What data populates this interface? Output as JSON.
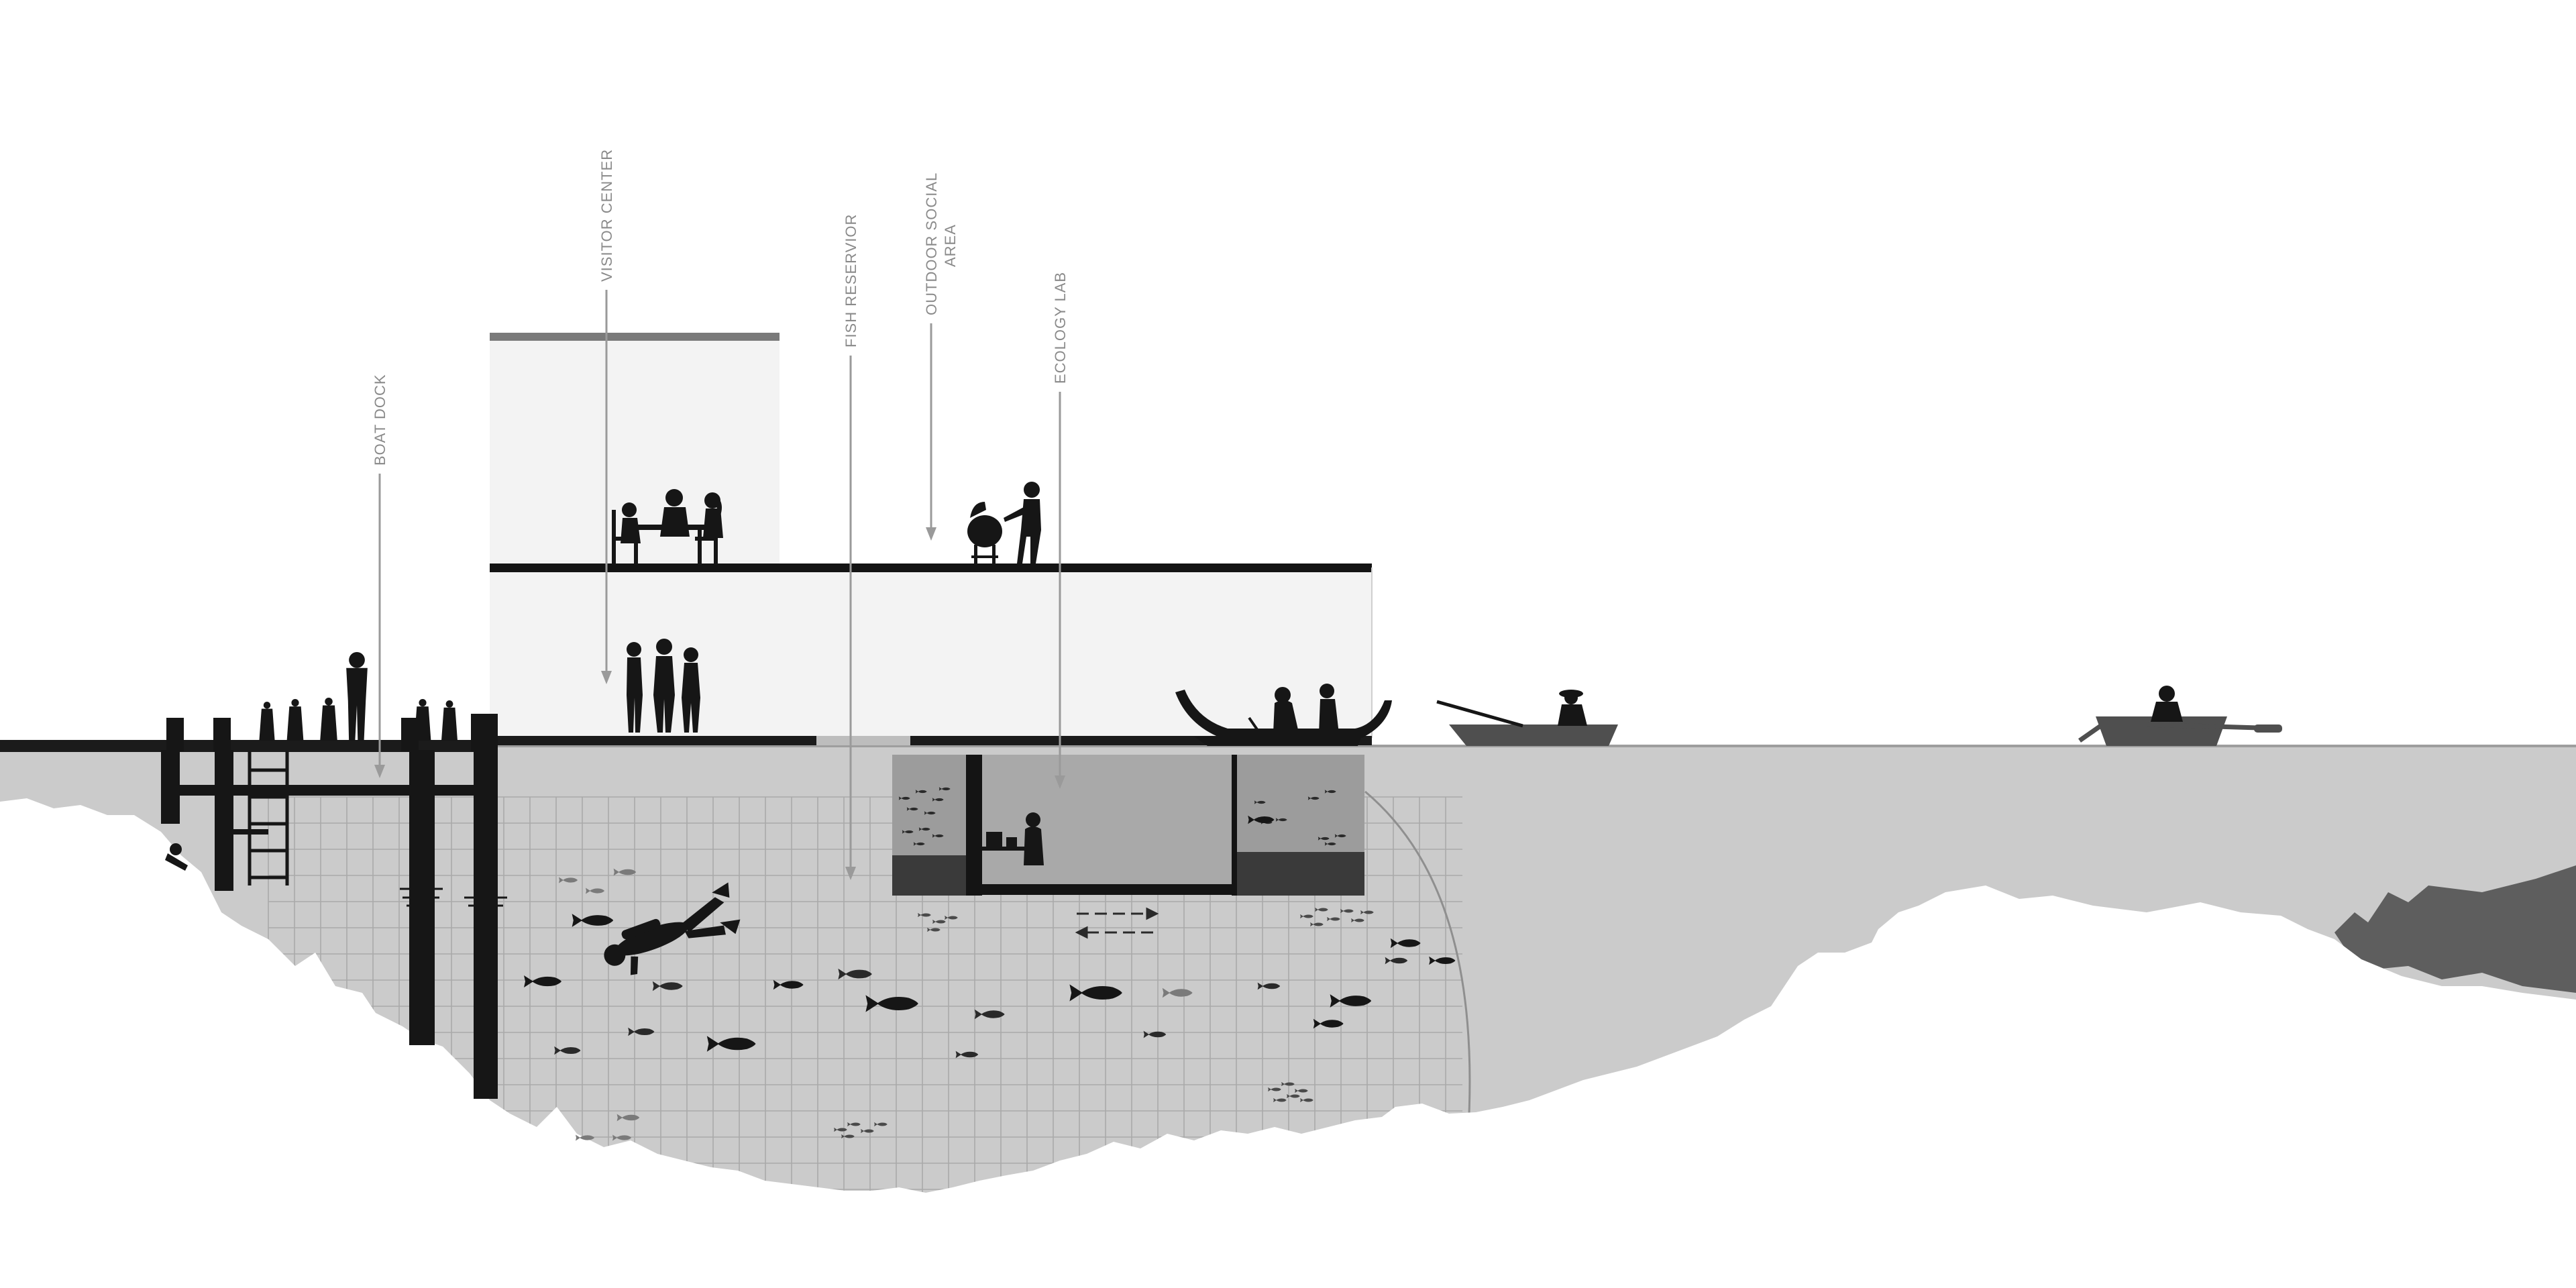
{
  "labels": {
    "boat_dock": "BOAT DOCK",
    "visitor_center": "VISITOR CENTER",
    "fish_reservoir": "FISH RESERVIOR",
    "outdoor_social_line1": "OUTDOOR SOCIAL",
    "outdoor_social_line2": "AREA",
    "ecology_lab": "ECOLOGY LAB"
  },
  "colors": {
    "water": "#cbcbcb",
    "water_dark": "#5e5e5e",
    "building_fill": "#f3f3f3",
    "roof_trim": "#7a7a7a",
    "silhouette": "#161616",
    "leader": "#9a9a9a",
    "label_text": "#8a8a8a",
    "grid": "#a9a9a9",
    "tank_water": "#9c9c9c",
    "tank_base": "#3a3a3a",
    "boat_gray": "#4f4f4f"
  },
  "icons": [
    "person-icon",
    "diner-table-icon",
    "grill-icon",
    "gondola-icon",
    "rowboat-icon",
    "fish-icon",
    "diver-icon",
    "ladder-icon"
  ]
}
